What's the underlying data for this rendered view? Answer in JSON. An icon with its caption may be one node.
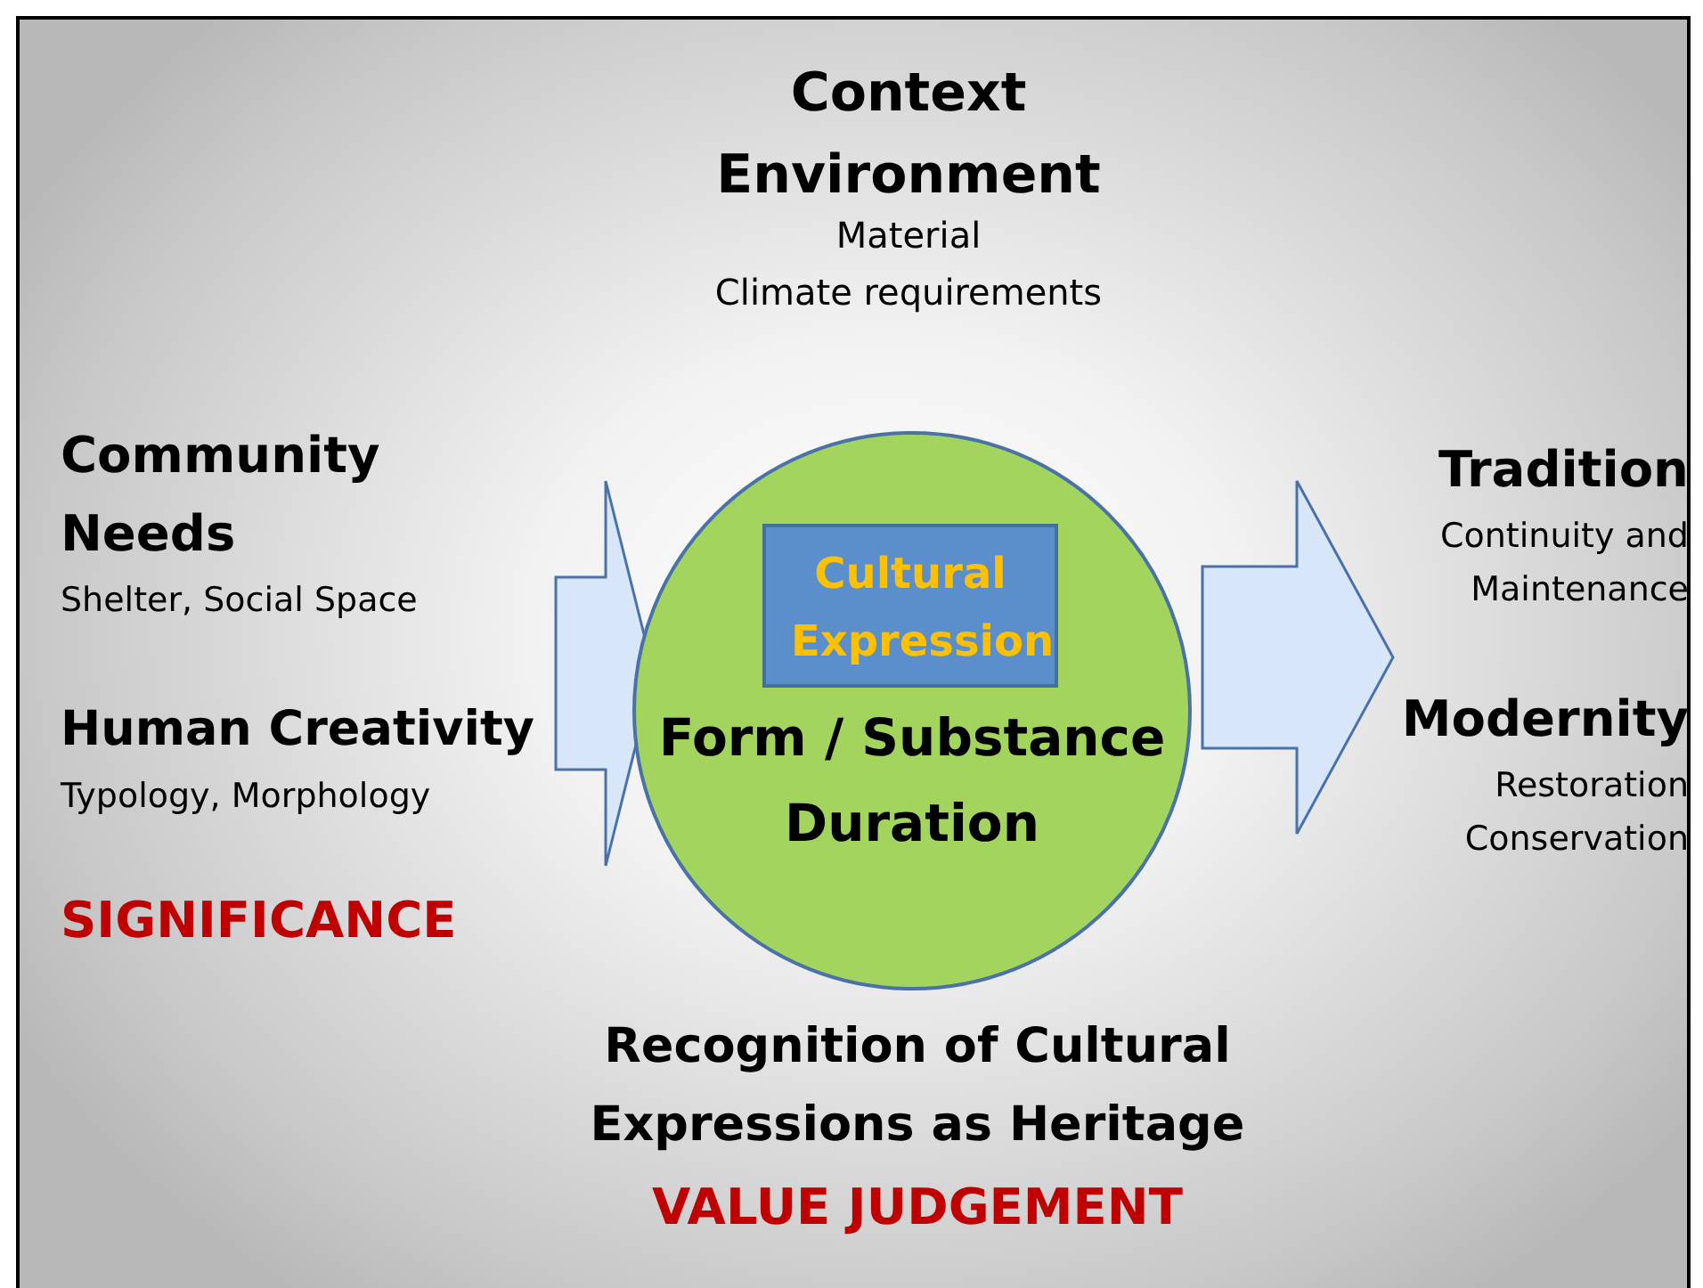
{
  "diagram": {
    "nodes": [
      {
        "text": [
          "Form / Substance Duration"
        ]
      },
      {
        "text": [
          "Cultural Expression"
        ],
        "in": 0
      },
      {
        "text": [
          "Community Needs",
          "Shelter, Social Space"
        ]
      },
      {
        "text": [
          "Human Creativity",
          "Typology, Morphology"
        ]
      },
      {
        "text": [
          "Tradition",
          "Continuity and Maintenance"
        ]
      },
      {
        "text": [
          "Modernity",
          "Restoration Conservation"
        ]
      }
    ],
    "edges": [
      {
        "from": 2,
        "to": 0,
        "arrow": "to"
      },
      {
        "from": 3,
        "to": 0,
        "arrow": "to"
      },
      {
        "from": 0,
        "to": 4,
        "arrow": "to"
      },
      {
        "from": 0,
        "to": 5,
        "arrow": "to"
      }
    ],
    "labels": [
      "Context Environment",
      "Material",
      "Climate requirements",
      "SIGNIFICANCE",
      "Recognition of Cultural Expressions as Heritage",
      "VALUE JUDGEMENT"
    ]
  }
}
